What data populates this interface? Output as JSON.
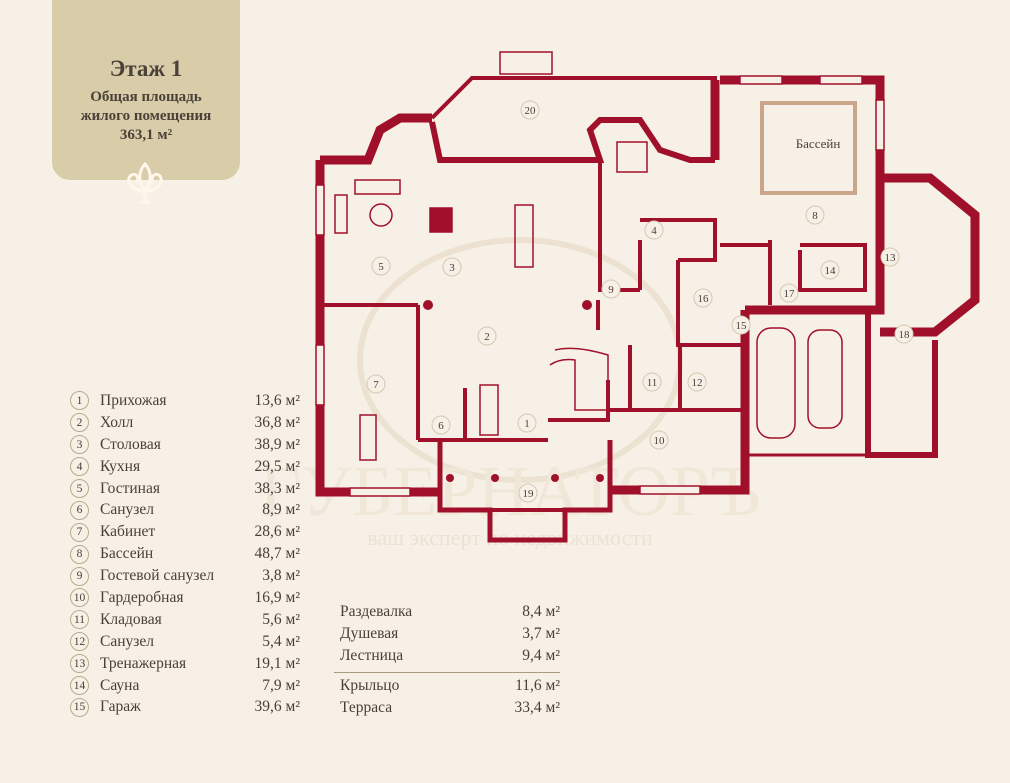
{
  "header": {
    "title": "Этаж 1",
    "subtitle_line1": "Общая площадь",
    "subtitle_line2": "жилого помещения",
    "total_area": "363,1 м²"
  },
  "plan": {
    "pool_label": "Бассейн",
    "watermark_brand": "ГУБЕРНАТОРЪ",
    "watermark_tagline": "ваш эксперт по недвижимости"
  },
  "colors": {
    "wall": "#a0102b",
    "background": "#f7f0e6",
    "card": "#d8cca9"
  },
  "rooms": [
    {
      "num": "1",
      "name": "Прихожая",
      "area": "13,6 м²"
    },
    {
      "num": "2",
      "name": "Холл",
      "area": "36,8 м²"
    },
    {
      "num": "3",
      "name": "Столовая",
      "area": "38,9 м²"
    },
    {
      "num": "4",
      "name": "Кухня",
      "area": "29,5 м²"
    },
    {
      "num": "5",
      "name": "Гостиная",
      "area": "38,3 м²"
    },
    {
      "num": "6",
      "name": "Санузел",
      "area": "8,9 м²"
    },
    {
      "num": "7",
      "name": "Кабинет",
      "area": "28,6 м²"
    },
    {
      "num": "8",
      "name": "Бассейн",
      "area": "48,7 м²"
    },
    {
      "num": "9",
      "name": "Гостевой санузел",
      "area": "3,8 м²"
    },
    {
      "num": "10",
      "name": "Гардеробная",
      "area": "16,9 м²"
    },
    {
      "num": "11",
      "name": "Кладовая",
      "area": "5,6 м²"
    },
    {
      "num": "12",
      "name": "Санузел",
      "area": "5,4 м²"
    },
    {
      "num": "13",
      "name": "Тренажерная",
      "area": "19,1 м²"
    },
    {
      "num": "14",
      "name": "Сауна",
      "area": "7,9 м²"
    },
    {
      "num": "15",
      "name": "Гараж",
      "area": "39,6 м²"
    },
    {
      "num": "16",
      "name": "Раздевалка",
      "area": "8,4 м²"
    },
    {
      "num": "17",
      "name": "Душевая",
      "area": "3,7 м²"
    },
    {
      "num": "18",
      "name": "Лестница",
      "area": "9,4 м²"
    },
    {
      "num": "19",
      "name": "Крыльцо",
      "area": "11,6 м²"
    },
    {
      "num": "20",
      "name": "Терраса",
      "area": "33,4 м²"
    }
  ]
}
